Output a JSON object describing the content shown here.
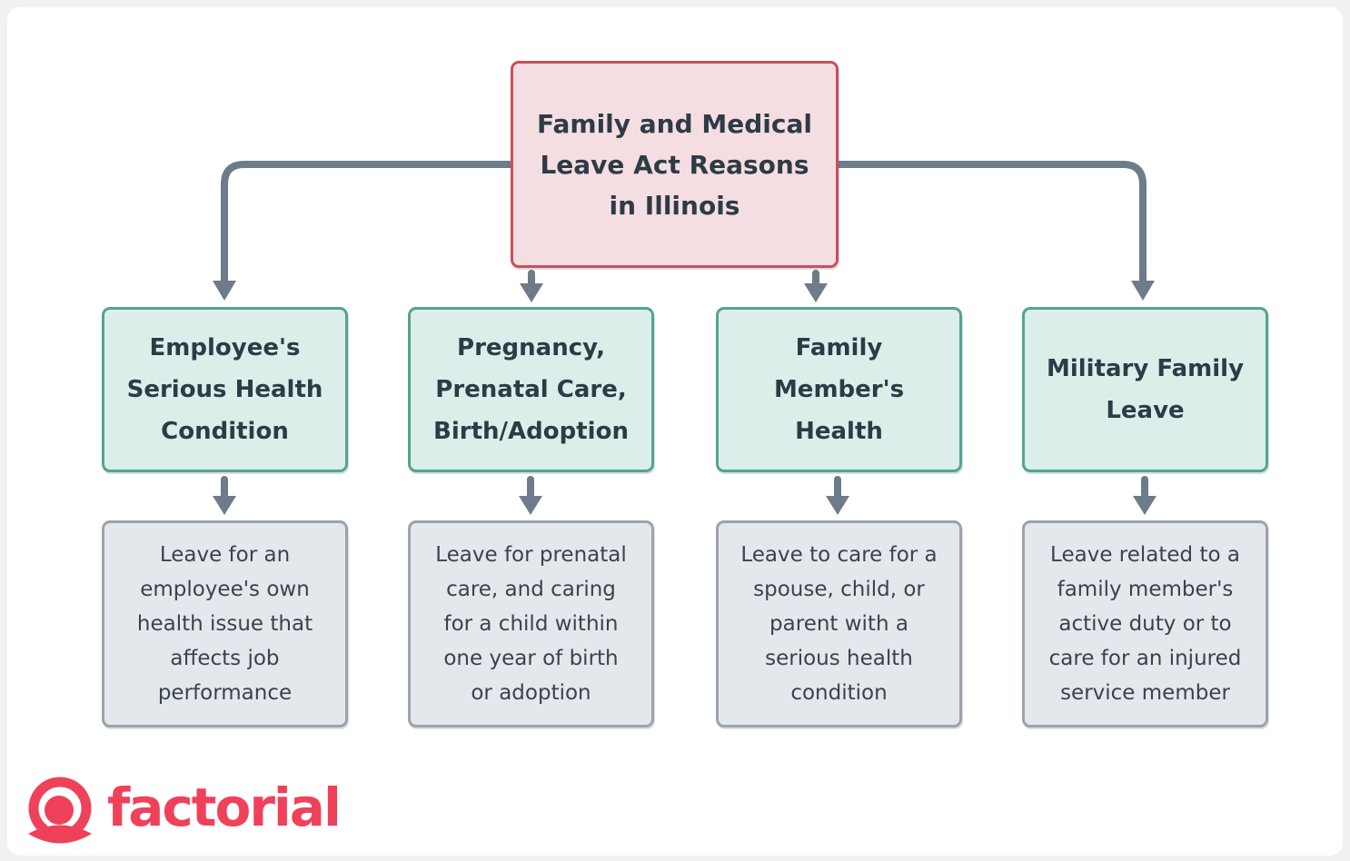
{
  "colors": {
    "page_background": "#f1f1f4",
    "card_background": "#ffffff",
    "root_fill": "#f5dee1",
    "root_border": "#c9505e",
    "category_fill": "#dceeea",
    "category_border": "#53a492",
    "detail_fill": "#e4e8ec",
    "detail_border": "#9ba3ac",
    "connector": "#6e7b8a",
    "heading_text": "#2e3b46",
    "body_text": "#39434e",
    "brand": "#f0415a"
  },
  "root": {
    "title": "Family and Medical\nLeave Act Reasons\nin Illinois"
  },
  "columns": [
    {
      "title": "Employee's\nSerious Health\nCondition",
      "description": "Leave for an\nemployee's own\nhealth issue that\naffects job\nperformance"
    },
    {
      "title": "Pregnancy,\nPrenatal Care,\nBirth/Adoption",
      "description": "Leave for prenatal\ncare, and caring\nfor a child within\none year of birth\nor adoption"
    },
    {
      "title": "Family\nMember's\nHealth",
      "description": "Leave to care for a\nspouse, child, or\nparent with a\nserious health\ncondition"
    },
    {
      "title": "Military Family\nLeave",
      "description": "Leave related to a\nfamily member's\nactive duty or to\ncare for an injured\nservice member"
    }
  ],
  "footer": {
    "brand_name": "factorial"
  }
}
